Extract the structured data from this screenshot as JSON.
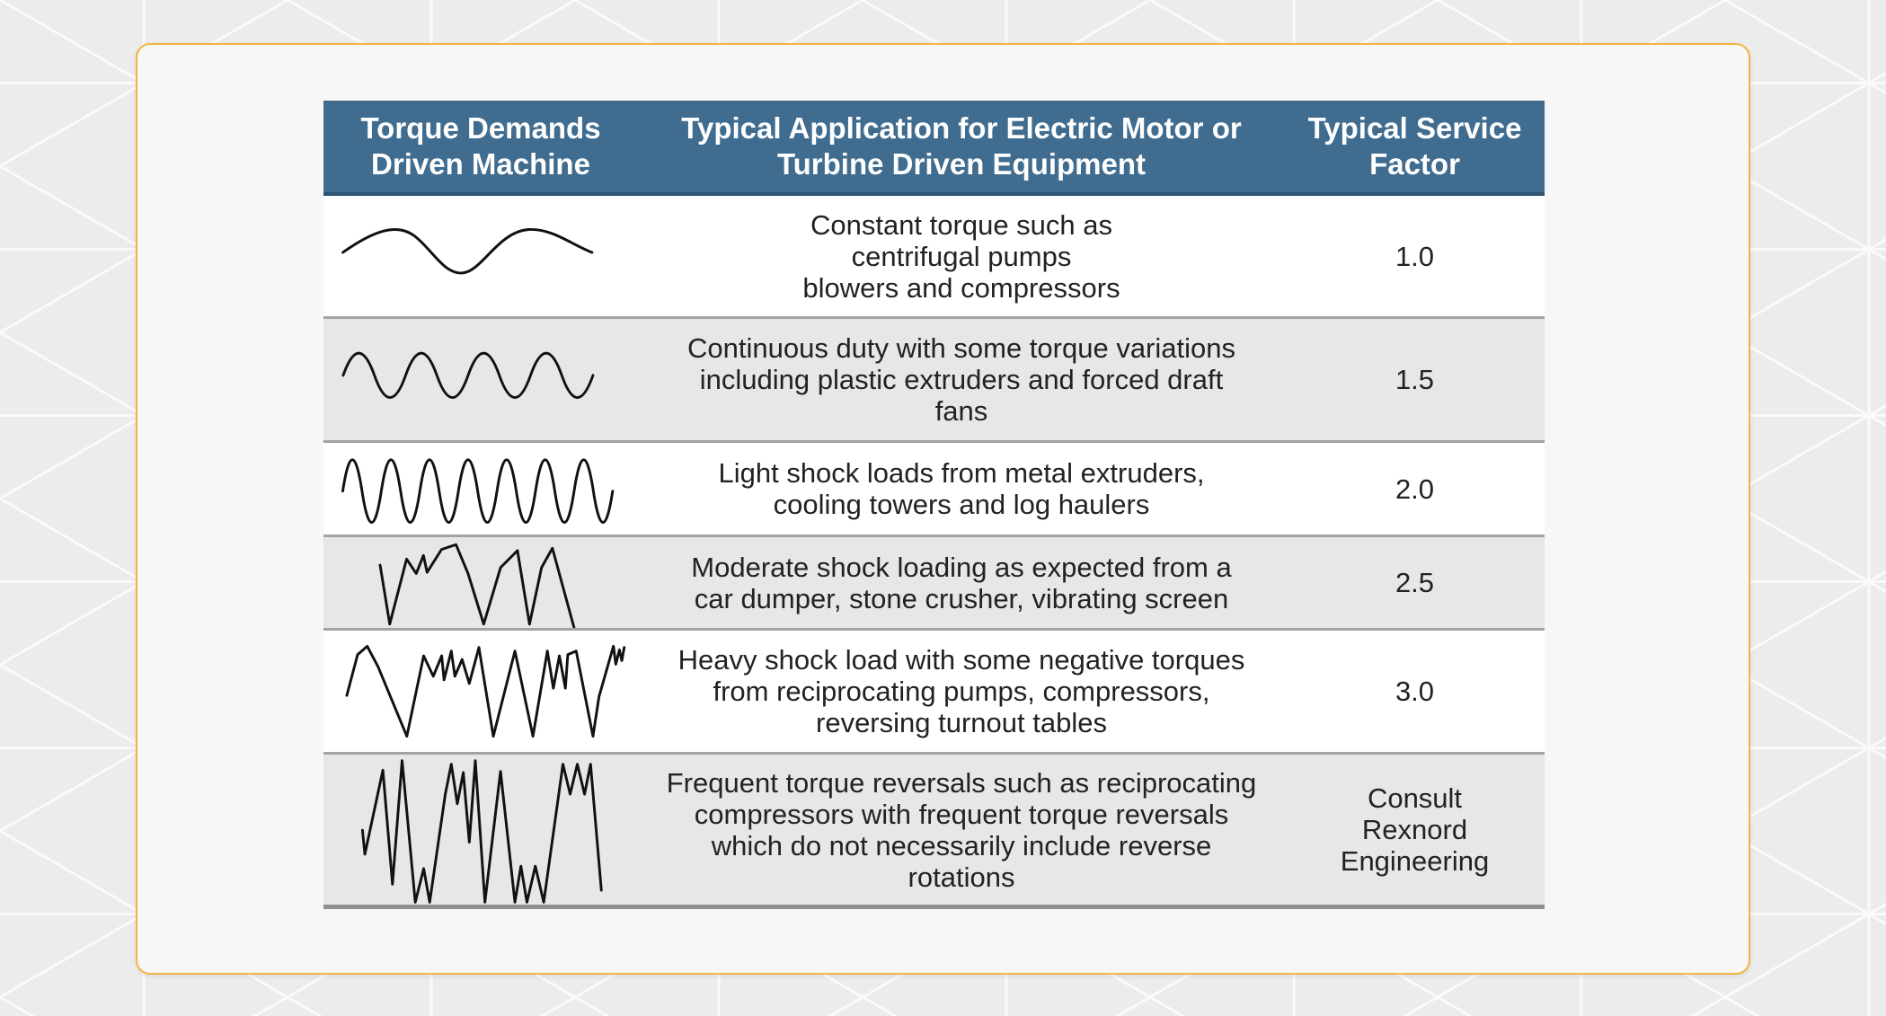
{
  "table": {
    "headers": [
      "Torque Demands\nDriven Machine",
      "Typical Application for Electric Motor or\nTurbine Driven Equipment",
      "Typical Service\nFactor"
    ],
    "rows": [
      {
        "waveform": "smooth-wave-icon",
        "application": "Constant torque such as\ncentrifugal pumps\nblowers and compressors",
        "factor": "1.0"
      },
      {
        "waveform": "moderate-wave-icon",
        "application": "Continuous duty with some torque variations\nincluding plastic extruders and forced draft\nfans",
        "factor": "1.5"
      },
      {
        "waveform": "frequent-wave-icon",
        "application": "Light shock loads from metal extruders,\ncooling towers and log haulers",
        "factor": "2.0"
      },
      {
        "waveform": "irregular-wave-icon",
        "application": "Moderate shock loading as expected from a\ncar dumper, stone crusher, vibrating screen",
        "factor": "2.5"
      },
      {
        "waveform": "heavy-shock-wave-icon",
        "application": "Heavy shock load with some negative torques\nfrom reciprocating pumps, compressors,\nreversing turnout tables",
        "factor": "3.0"
      },
      {
        "waveform": "reversal-wave-icon",
        "application": "Frequent torque reversals such as reciprocating\ncompressors with frequent torque reversals\nwhich do not necessarily include reverse\nrotations",
        "factor": "Consult\nRexnord\nEngineering"
      }
    ]
  },
  "colors": {
    "header": "#3f6c8f",
    "card_border": "#f2b544",
    "row_alt": "#e6e7e8"
  }
}
